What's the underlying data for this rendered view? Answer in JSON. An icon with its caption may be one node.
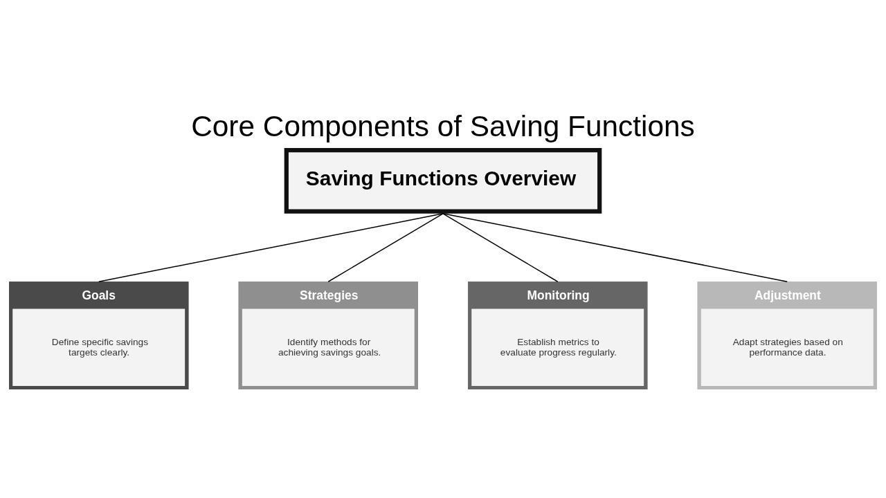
{
  "diagram": {
    "title": "Core Components of Saving Functions",
    "nodes": [
      {
        "text": [
          "Saving Functions Overview"
        ]
      },
      {
        "text": [
          "Goals",
          "Define specific savings targets clearly."
        ]
      },
      {
        "text": [
          "Strategies",
          "Identify methods for achieving savings goals."
        ]
      },
      {
        "text": [
          "Monitoring",
          "Establish metrics to evaluate progress regularly."
        ]
      },
      {
        "text": [
          "Adjustment",
          "Adapt strategies based on performance data."
        ]
      }
    ],
    "edges": [
      {
        "from": 0,
        "to": 1,
        "arrow": "none"
      },
      {
        "from": 0,
        "to": 2,
        "arrow": "none"
      },
      {
        "from": 0,
        "to": 3,
        "arrow": "none"
      },
      {
        "from": 0,
        "to": 4,
        "arrow": "none"
      }
    ]
  }
}
